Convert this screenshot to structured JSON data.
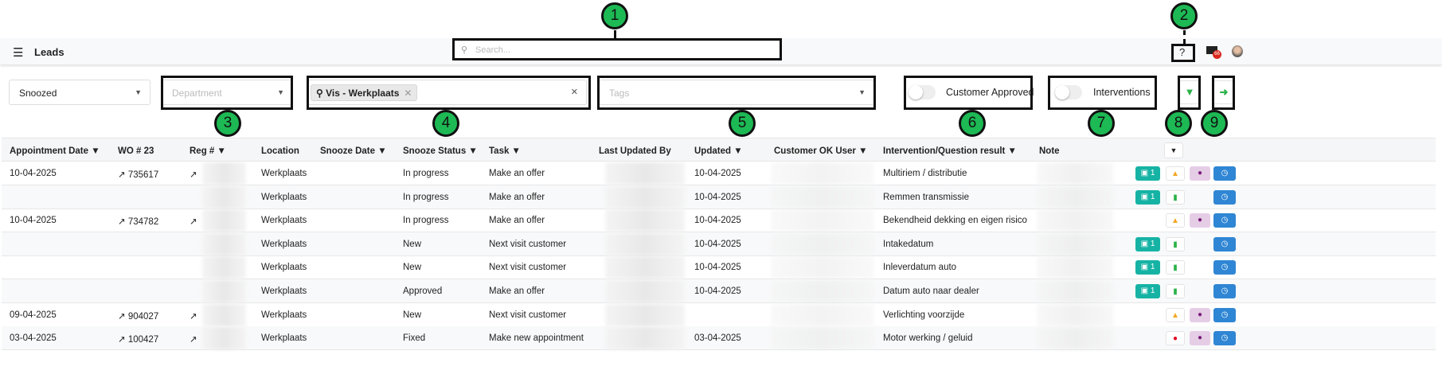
{
  "nav": {
    "menu_icon": "hamburger-icon",
    "title": "Leads",
    "search_placeholder": "Search...",
    "help": "?",
    "notifications_count": "66"
  },
  "filters": {
    "status": "Snoozed",
    "department_placeholder": "Department",
    "location_chip": "Vis - Werkplaats",
    "tags_placeholder": "Tags",
    "customer_approved": "Customer Approved",
    "interventions": "Interventions"
  },
  "columns": [
    "Appointment Date",
    "WO # 23",
    "Reg #",
    "Location",
    "Snooze Date",
    "Snooze Status",
    "Task",
    "Last Updated By",
    "Updated",
    "Customer OK User",
    "Intervention/Question result",
    "Note"
  ],
  "rows": [
    {
      "appt": "10-04-2025",
      "wo": "735617",
      "location": "Werkplaats",
      "status": "In progress",
      "task": "Make an offer",
      "updated": "10-04-2025",
      "intervention": "Multiriem / distributie",
      "images": "1",
      "flag": "warning",
      "user": true
    },
    {
      "appt": "",
      "wo": "",
      "location": "Werkplaats",
      "status": "In progress",
      "task": "Make an offer",
      "updated": "10-04-2025",
      "intervention": "Remmen transmissie",
      "images": "1",
      "flag": "note",
      "user": false
    },
    {
      "appt": "10-04-2025",
      "wo": "734782",
      "location": "Werkplaats",
      "status": "In progress",
      "task": "Make an offer",
      "updated": "10-04-2025",
      "intervention": "Bekendheid dekking en eigen risico",
      "images": "",
      "flag": "warning",
      "user": true
    },
    {
      "appt": "",
      "wo": "",
      "location": "Werkplaats",
      "status": "New",
      "task": "Next visit customer",
      "updated": "10-04-2025",
      "intervention": "Intakedatum",
      "images": "1",
      "flag": "note",
      "user": false
    },
    {
      "appt": "",
      "wo": "",
      "location": "Werkplaats",
      "status": "New",
      "task": "Next visit customer",
      "updated": "10-04-2025",
      "intervention": "Inleverdatum auto",
      "images": "1",
      "flag": "note",
      "user": false
    },
    {
      "appt": "",
      "wo": "",
      "location": "Werkplaats",
      "status": "Approved",
      "task": "Make an offer",
      "updated": "10-04-2025",
      "intervention": "Datum auto naar dealer",
      "images": "1",
      "flag": "note",
      "user": false
    },
    {
      "appt": "09-04-2025",
      "wo": "904027",
      "location": "Werkplaats",
      "status": "New",
      "task": "Next visit customer",
      "updated": "",
      "intervention": "Verlichting voorzijde",
      "images": "",
      "flag": "warning",
      "user": true
    },
    {
      "appt": "03-04-2025",
      "wo": "100427",
      "location": "Werkplaats",
      "status": "Fixed",
      "task": "Make new appointment",
      "updated": "03-04-2025",
      "intervention": "Motor werking / geluid",
      "images": "",
      "flag": "error",
      "user": true
    }
  ],
  "callouts": [
    "1",
    "2",
    "3",
    "4",
    "5",
    "6",
    "7",
    "8",
    "9"
  ],
  "colors": {
    "callout": "#1db954",
    "teal": "#16b3a5",
    "blue": "#2f86d4",
    "purple": "#7b1f7b",
    "green": "#2db24a"
  }
}
